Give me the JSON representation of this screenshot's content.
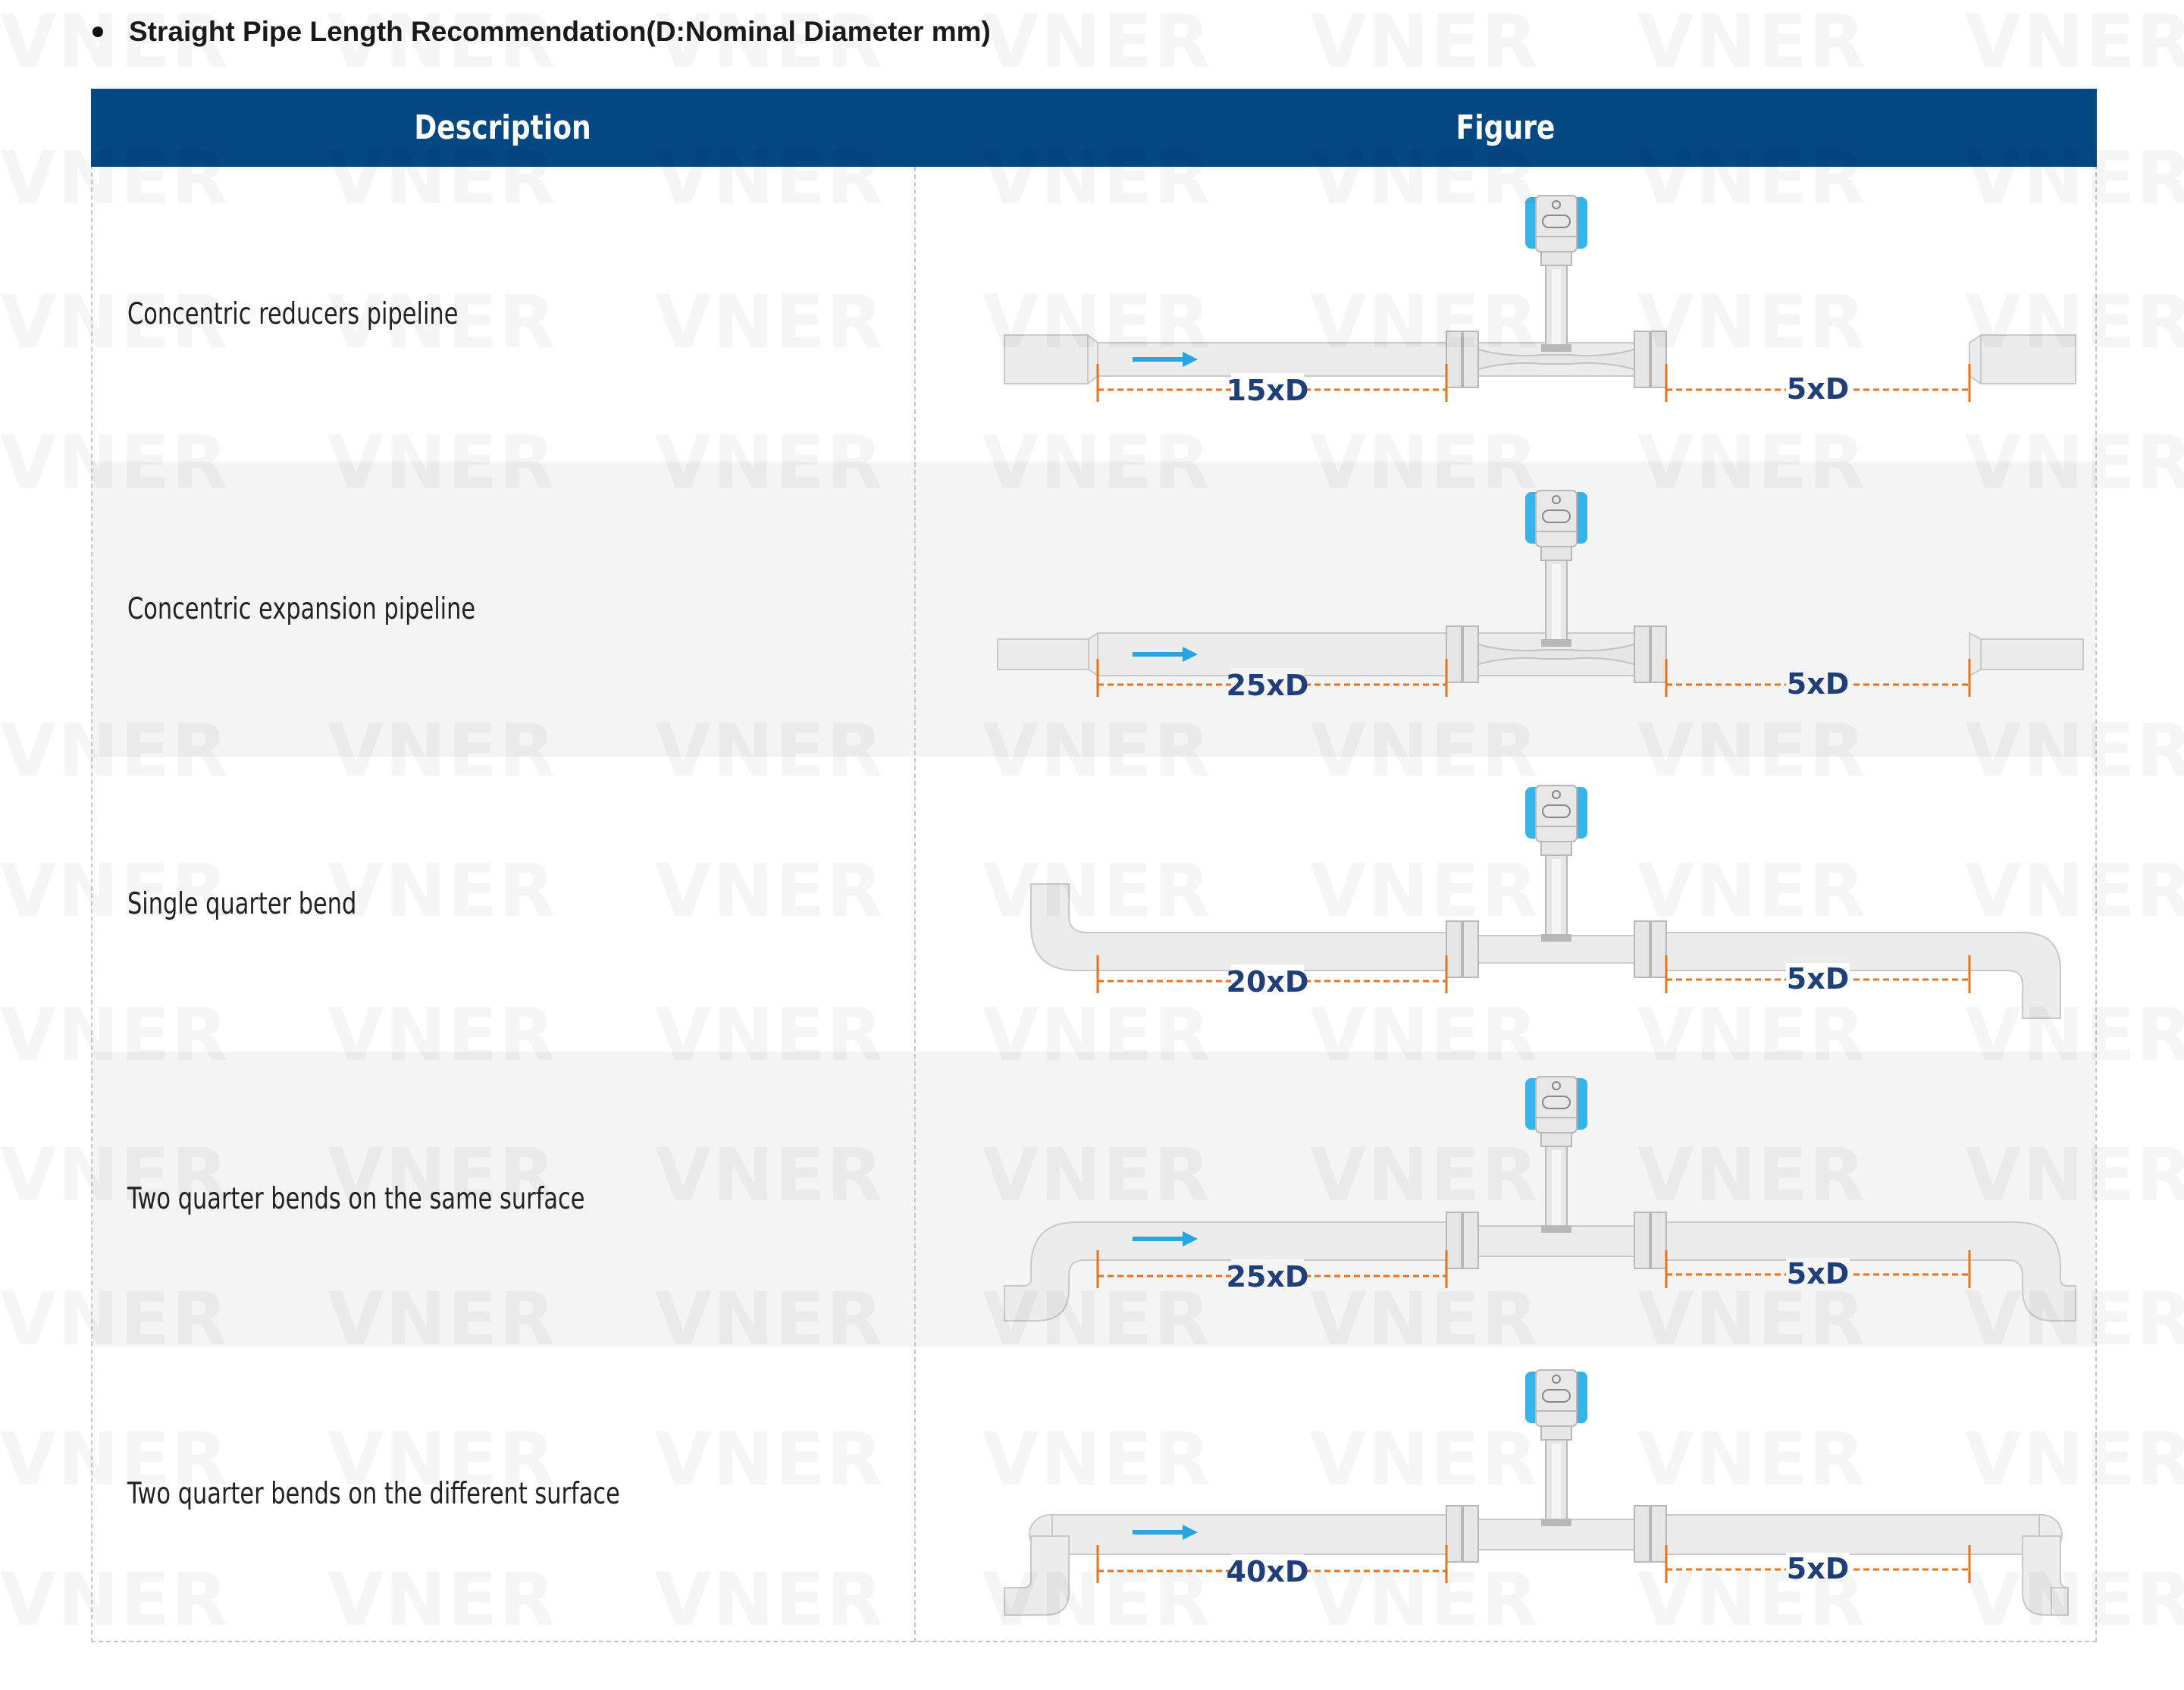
{
  "heading": "Straight Pipe Length Recommendation(D:Nominal Diameter mm)",
  "table": {
    "headers": {
      "description": "Description",
      "figure": "Figure"
    },
    "rows": [
      {
        "description": "Concentric reducers pipeline",
        "upstream": "15xD",
        "downstream": "5xD"
      },
      {
        "description": "Concentric expansion pipeline",
        "upstream": "25xD",
        "downstream": "5xD"
      },
      {
        "description": "Single quarter bend",
        "upstream": "20xD",
        "downstream": "5xD"
      },
      {
        "description": "Two quarter bends on the same surface",
        "upstream": "25xD",
        "downstream": "5xD"
      },
      {
        "description": "Two quarter bends on the different surface",
        "upstream": "40xD",
        "downstream": "5xD"
      }
    ]
  },
  "watermark": "VNER",
  "colors": {
    "header_bg": "#034783",
    "dimension_line": "#e8731e",
    "dimension_label": "#1f3f7a",
    "flow_arrow": "#2aa5e0",
    "transmitter": "#36b3ea",
    "pipe": "#ececec"
  }
}
